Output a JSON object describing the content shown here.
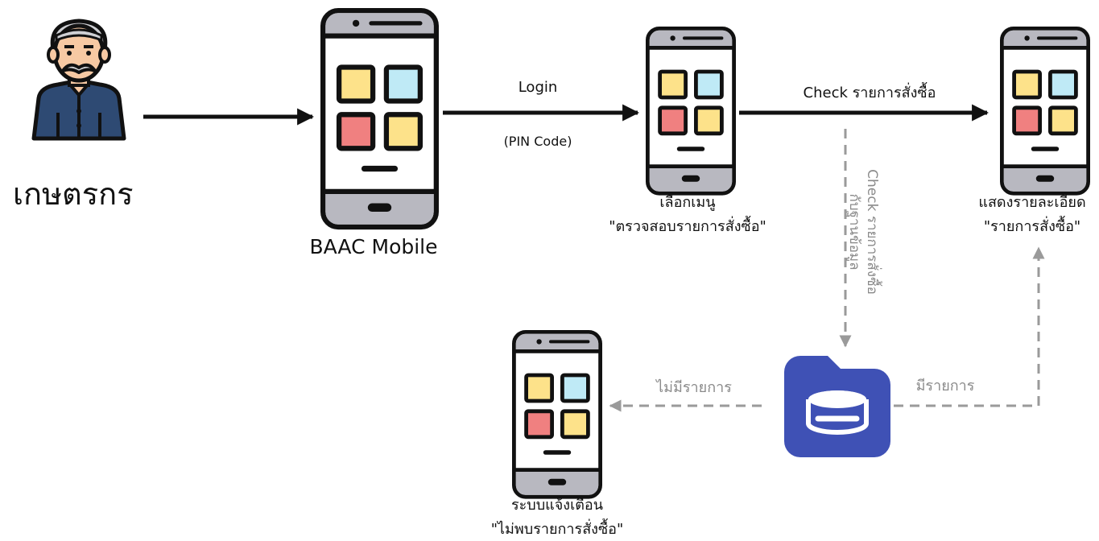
{
  "actor": {
    "label": "เกษตรกร"
  },
  "app": {
    "label": "BAAC Mobile"
  },
  "flow": {
    "login_label": "Login",
    "pin_label": "(PIN Code)",
    "check_orders_label": "Check รายการสั่งซื้อ",
    "check_db_label_line1": "Check รายการสั่งซื้อ",
    "check_db_label_line2": "กับฐานข้อมูล",
    "no_items_label": "ไม่มีรายการ",
    "has_items_label": "มีรายการ"
  },
  "screens": {
    "menu_line1": "เลือกเมนู",
    "menu_line2": "\"ตรวจสอบรายการสั่งซื้อ\"",
    "detail_line1": "แสดงรายละเอียด",
    "detail_line2": "\"รายการสั่งซื้อ\"",
    "alert_line1": "ระบบแจ้งเตือน",
    "alert_line2": "\"ไม่พบรายการสั่งซื้อ\""
  },
  "colors": {
    "tile_yellow": "#fde28a",
    "tile_blue": "#bfeaf6",
    "tile_red": "#f08080",
    "phone_frame": "#111111",
    "phone_bar": "#b8b8c0",
    "database": "#3f51b5",
    "dashed_arrow": "#9a9a9a"
  }
}
